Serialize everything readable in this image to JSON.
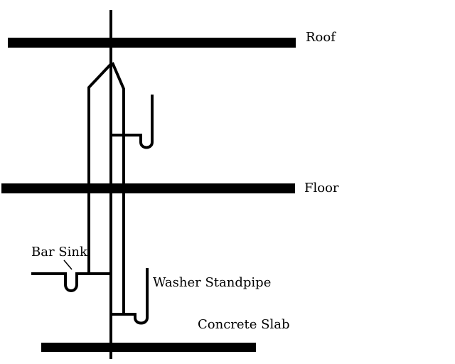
{
  "labels": {
    "roof": "Roof",
    "floor": "Floor",
    "bar_sink": "Bar Sink",
    "washer_standpipe": "Washer Standpipe",
    "concrete_slab": "Concrete Slab"
  },
  "colors": {
    "ink": "#000000",
    "background": "#ffffff"
  }
}
